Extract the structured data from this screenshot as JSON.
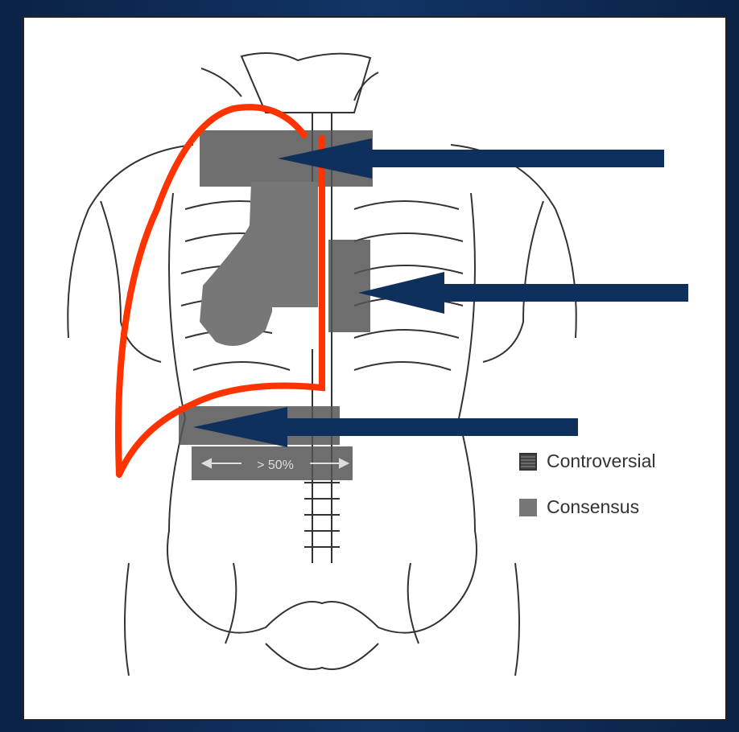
{
  "figure": {
    "zone_label": "> 50%"
  },
  "legend": {
    "items": [
      {
        "label": "Controversial",
        "swatch": "controversial"
      },
      {
        "label": "Consensus",
        "swatch": "consensus"
      }
    ]
  },
  "colors": {
    "background": "#0b2346",
    "arrow": "#0f2f5c",
    "outline": "#ff3300",
    "controversial": "#555555",
    "consensus": "#777777"
  }
}
